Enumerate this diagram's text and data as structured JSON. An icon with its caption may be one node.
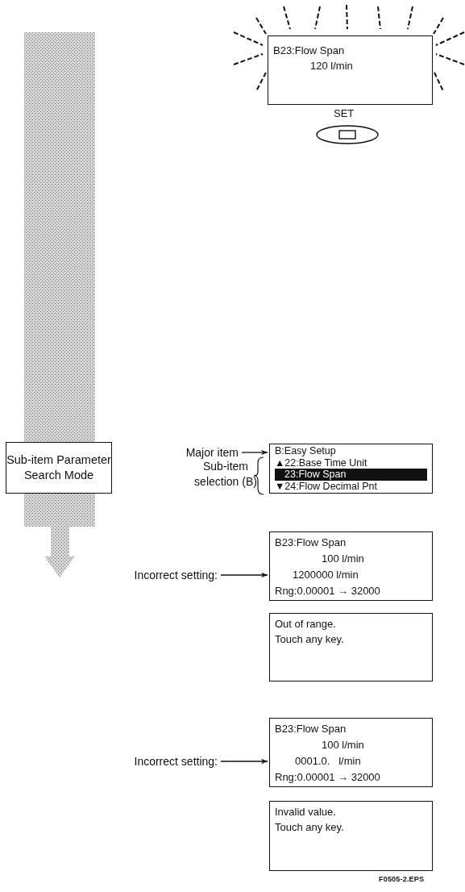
{
  "diagram": {
    "nodes": [
      {
        "text": [
          "B23:Flow Span",
          "120 l/min"
        ]
      },
      {
        "text": [
          "Sub-item Parameter Search Mode"
        ]
      },
      {
        "text": [
          "Major item"
        ]
      },
      {
        "text": [
          "B:Easy Setup",
          "▲22:Base Time Unit",
          "23:Flow Span",
          "▼24:Flow Decimal Pnt"
        ]
      },
      {
        "text": [
          "Incorrect setting:"
        ]
      },
      {
        "text": [
          "B23:Flow Span",
          "100 l/min",
          "1200000 l/min",
          "Rng:0.00001 → 32000"
        ]
      },
      {
        "text": [
          "Out of range.",
          "Touch any key."
        ]
      },
      {
        "text": [
          "Incorrect setting:"
        ]
      },
      {
        "text": [
          "B23:Flow Span",
          "100 l/min",
          "0001.0.   l/min",
          "Rng:0.00001 → 32000"
        ]
      },
      {
        "text": [
          "Invalid value.",
          "Touch any key."
        ]
      }
    ],
    "edges": [
      {
        "from": 2,
        "to": 3,
        "arrow": "to"
      },
      {
        "from": 4,
        "to": 5,
        "arrow": "to"
      },
      {
        "from": 7,
        "to": 8,
        "arrow": "to"
      }
    ],
    "labels": [
      "SET",
      "Sub-item selection (B)",
      "F0505-2.EPS"
    ]
  }
}
